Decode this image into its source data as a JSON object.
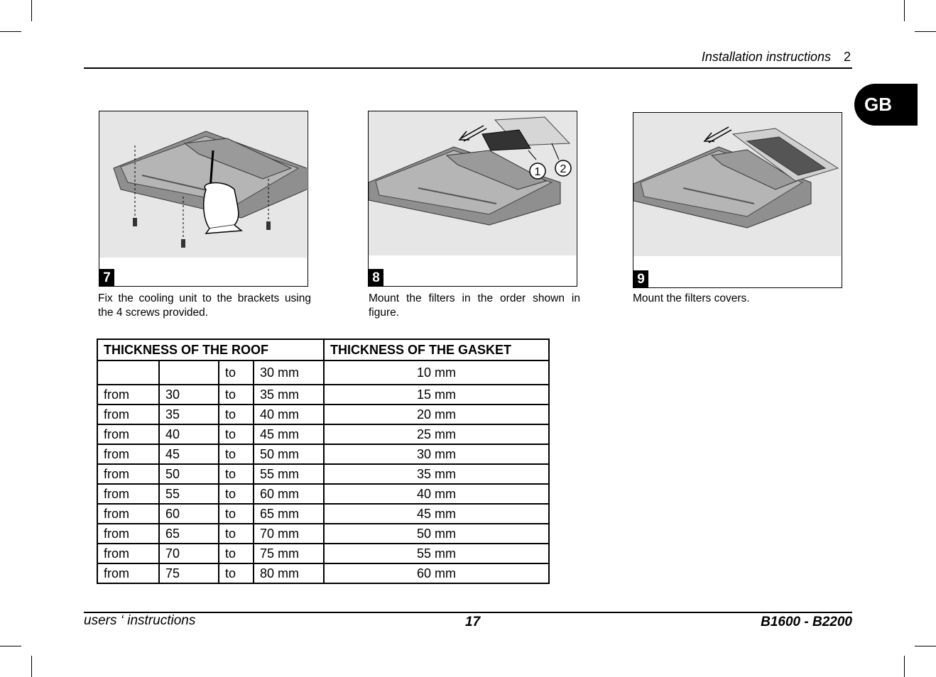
{
  "header": {
    "title": "Installation instructions",
    "chapter": "2"
  },
  "language_tab": "GB",
  "figures": [
    {
      "number": "7",
      "caption": "Fix the cooling unit to the brackets using the 4 screws provided."
    },
    {
      "number": "8",
      "caption": "Mount the filters in the order shown in figure.",
      "callouts": [
        "①",
        "②"
      ]
    },
    {
      "number": "9",
      "caption": "Mount the filters covers."
    }
  ],
  "table": {
    "headers": [
      "THICKNESS OF THE ROOF",
      "THICKNESS OF THE GASKET"
    ],
    "rows": [
      [
        "",
        "",
        "to",
        "30 mm",
        "10 mm"
      ],
      [
        "from",
        "30",
        "to",
        "35 mm",
        "15 mm"
      ],
      [
        "from",
        "35",
        "to",
        "40 mm",
        "20 mm"
      ],
      [
        "from",
        "40",
        "to",
        "45 mm",
        "25 mm"
      ],
      [
        "from",
        "45",
        "to",
        "50 mm",
        "30 mm"
      ],
      [
        "from",
        "50",
        "to",
        "55 mm",
        "35 mm"
      ],
      [
        "from",
        "55",
        "to",
        "60 mm",
        "40 mm"
      ],
      [
        "from",
        "60",
        "to",
        "65 mm",
        "45 mm"
      ],
      [
        "from",
        "65",
        "to",
        "70 mm",
        "50 mm"
      ],
      [
        "from",
        "70",
        "to",
        "75 mm",
        "55 mm"
      ],
      [
        "from",
        "75",
        "to",
        "80 mm",
        "60 mm"
      ]
    ]
  },
  "footer": {
    "left": "users ‘ instructions",
    "page": "17",
    "model": "B1600 - B2200"
  }
}
